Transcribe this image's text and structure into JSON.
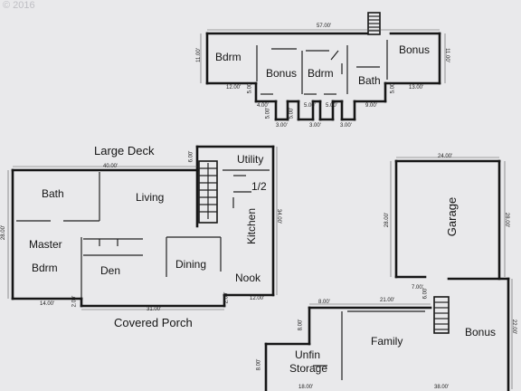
{
  "watermark": "© 2016",
  "upper_floor": {
    "rooms": [
      "Bdrm",
      "Bonus",
      "Bdrm",
      "Bath",
      "Bonus"
    ],
    "dims": [
      "57.00'",
      "11.00'",
      "11.00'",
      "12.00'",
      "5.00'",
      "5.00'",
      "13.00'",
      "4.00'",
      "5.00'",
      "5.00'",
      "5.00'",
      "5.00'",
      "9.00'",
      "3.00'",
      "3.00'",
      "3.00'"
    ]
  },
  "main_floor": {
    "outside": [
      "Large Deck",
      "Covered Porch"
    ],
    "rooms": [
      "Bath",
      "Living",
      "Utility",
      "1/2",
      "Kitchen",
      "Master",
      "Bdrm",
      "Den",
      "Dining",
      "Nook"
    ],
    "dims": [
      "40.00'",
      "6.00'",
      "28.00'",
      "34.00'",
      "14.00'",
      "2.00'",
      "31.00'",
      "2.00'",
      "12.00'"
    ]
  },
  "lower_floor": {
    "rooms": [
      "Garage",
      "Family",
      "Bonus",
      "Unfin",
      "Storage"
    ],
    "dims": [
      "24.00'",
      "28.00'",
      "28.00'",
      "7.00'",
      "8.00'",
      "21.00'",
      "6.00'",
      "22.00'",
      "8.00'",
      "8.00'",
      "18.00'",
      "38.00'"
    ]
  }
}
